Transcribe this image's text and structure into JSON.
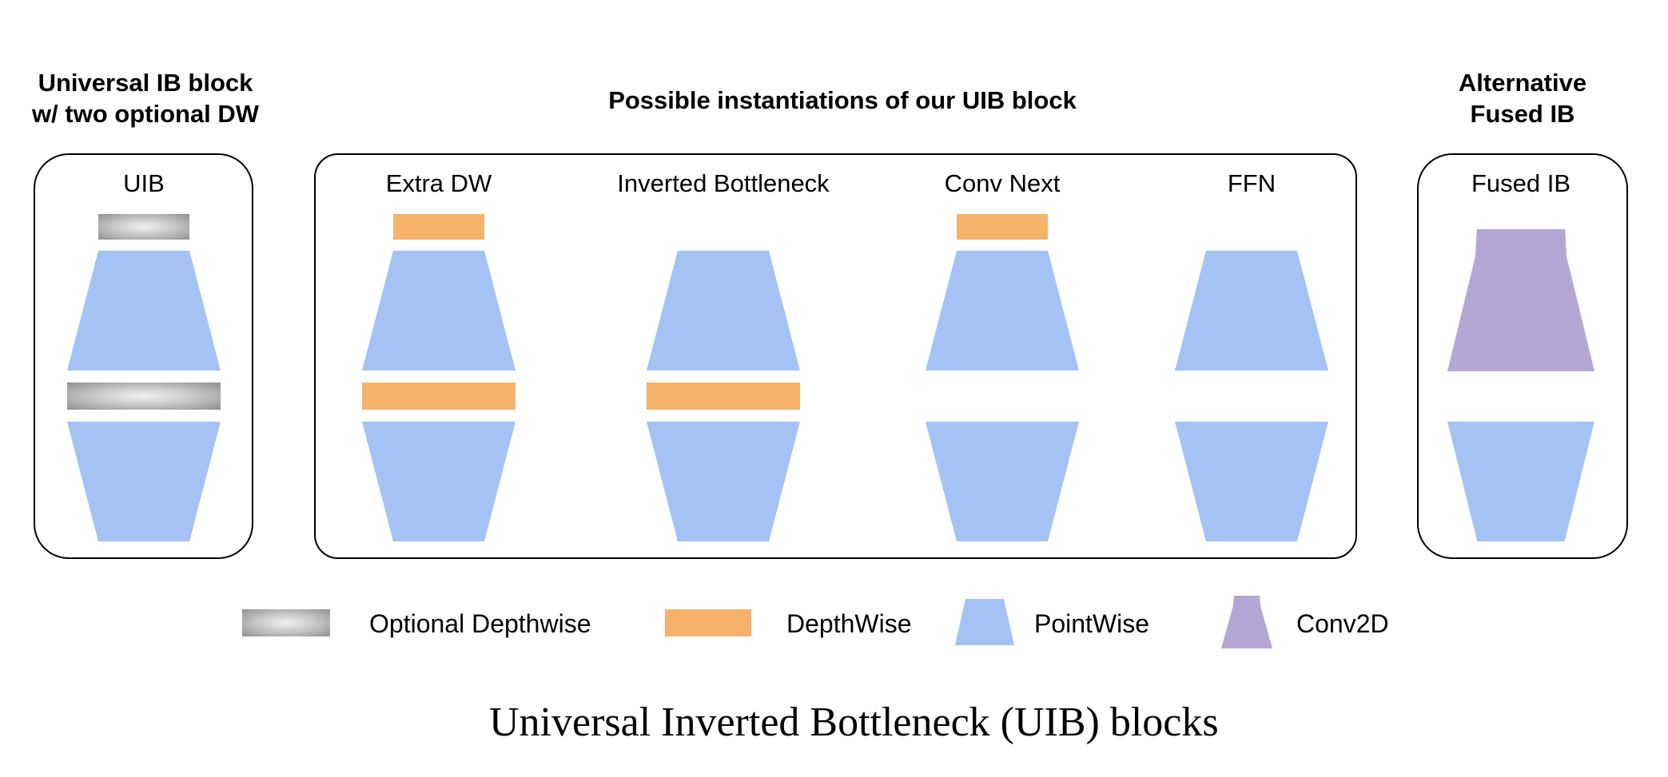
{
  "colors": {
    "blue": "#A4C2F4",
    "orange": "#F6B26B",
    "purple": "#B4A7D6",
    "gray_center": "#F1F1F1",
    "gray_edge": "#8F8F8F"
  },
  "headers": {
    "left": [
      "Universal IB block",
      "w/ two optional DW"
    ],
    "center": "Possible instantiations of our UIB block",
    "right": [
      "Alternative",
      "Fused IB"
    ]
  },
  "panels": {
    "uib": {
      "label": "UIB"
    },
    "instantiations": {
      "columns": [
        {
          "label": "Extra DW",
          "top_bar": "depthwise",
          "middle_bar": "depthwise"
        },
        {
          "label": "Inverted Bottleneck",
          "top_bar": "none",
          "middle_bar": "depthwise"
        },
        {
          "label": "Conv Next",
          "top_bar": "depthwise",
          "middle_bar": "none"
        },
        {
          "label": "FFN",
          "top_bar": "none",
          "middle_bar": "none"
        }
      ]
    },
    "fused": {
      "label": "Fused IB"
    }
  },
  "legend": [
    {
      "swatch": "optional-depthwise",
      "label": "Optional Depthwise"
    },
    {
      "swatch": "depthwise",
      "label": "DepthWise"
    },
    {
      "swatch": "pointwise",
      "label": "PointWise"
    },
    {
      "swatch": "conv2d",
      "label": "Conv2D"
    }
  ],
  "caption": "Universal Inverted Bottleneck (UIB) blocks"
}
